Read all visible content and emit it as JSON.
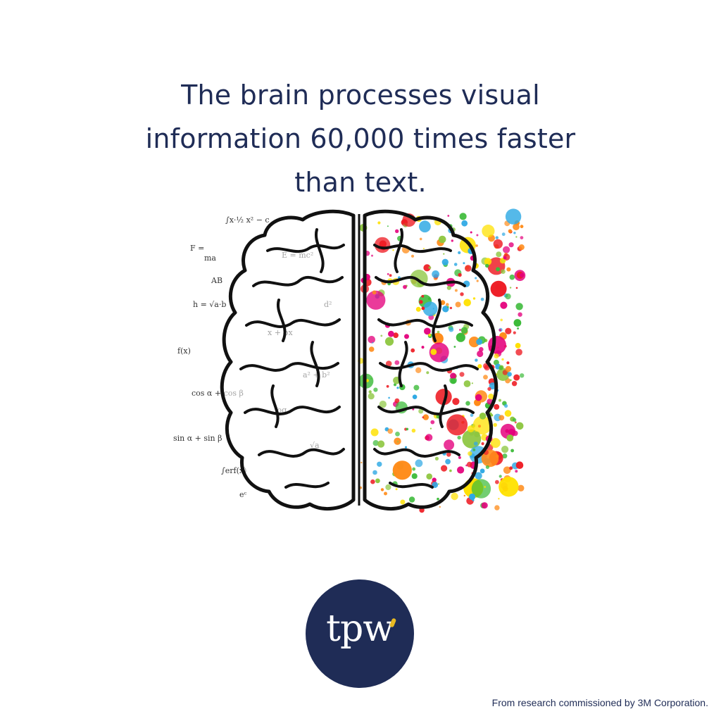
{
  "headline": {
    "line1": "The brain processes visual",
    "line2": "information 60,000 times faster",
    "line3": "than text."
  },
  "illustration": {
    "icon": "brain-illustration-icon",
    "left_half": {
      "formulas": [
        "∫x·½ x² − c",
        "F =",
        "ma",
        "AB",
        "h = √a·b",
        "f(x)",
        "cos α + cos β",
        "sin α + sin β",
        "∫erf(x)",
        "E = mc²",
        "x + bx",
        "a² + b²",
        "log",
        "√a",
        "eᶜ",
        "d²"
      ]
    },
    "paint_colors": [
      "#e4007c",
      "#ffe100",
      "#2fa9e4",
      "#3dbb3a",
      "#ee1c24",
      "#ff8c1a",
      "#8dc63f"
    ]
  },
  "logo": {
    "text": "tpw",
    "background": "#1f2c56",
    "accent": "#e8b922"
  },
  "footnote": "From research commissioned by 3M Corporation.",
  "colors": {
    "text": "#1f2c56",
    "background": "#ffffff"
  }
}
